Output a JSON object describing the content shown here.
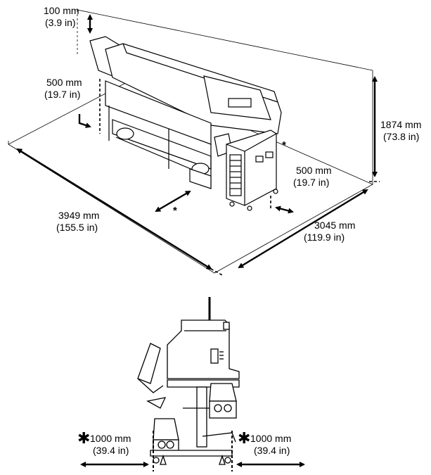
{
  "labels": {
    "top_clearance_mm": "100 mm",
    "top_clearance_in": "(3.9 in)",
    "rear_clearance_mm": "500 mm",
    "rear_clearance_in": "(19.7 in)",
    "height_mm": "1874 mm",
    "height_in": "(73.8 in)",
    "side_clearance_mm": "500 mm",
    "side_clearance_in": "(19.7 in)",
    "width_mm": "3949 mm",
    "width_in": "(155.5 in)",
    "depth_mm": "3045 mm",
    "depth_in": "(119.9 in)",
    "front_left_mm": "1000 mm",
    "front_left_in": "(39.4 in)",
    "front_right_mm": "1000 mm",
    "front_right_in": "(39.4 in)",
    "asterisk": "*",
    "asterisk_bold": "✱"
  }
}
